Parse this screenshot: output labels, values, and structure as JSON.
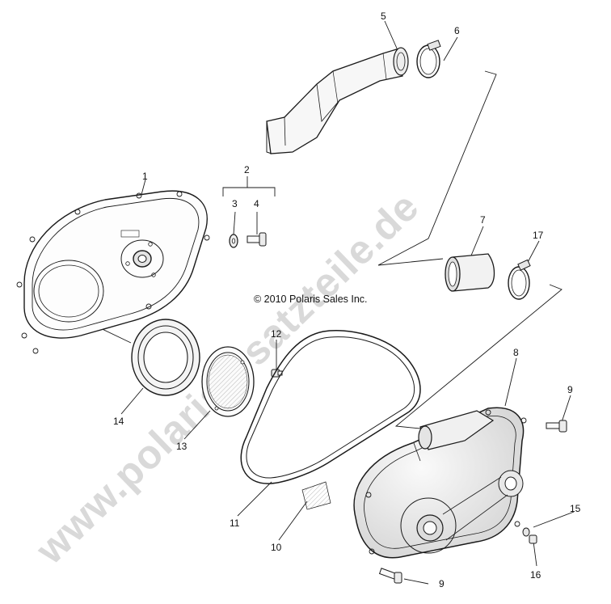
{
  "copyright": "© 2010 Polaris Sales Inc.",
  "watermark": "www.polarisersatzteile.de",
  "callouts": {
    "c1": "1",
    "c2": "2",
    "c3": "3",
    "c4": "4",
    "c5": "5",
    "c6": "6",
    "c7": "7",
    "c8": "8",
    "c9a": "9",
    "c9b": "9",
    "c10": "10",
    "c11": "11",
    "c12": "12",
    "c13": "13",
    "c14": "14",
    "c15": "15",
    "c16": "16",
    "c17": "17"
  },
  "colors": {
    "line": "#1a1a1a",
    "watermark": "#d9d9d9"
  }
}
